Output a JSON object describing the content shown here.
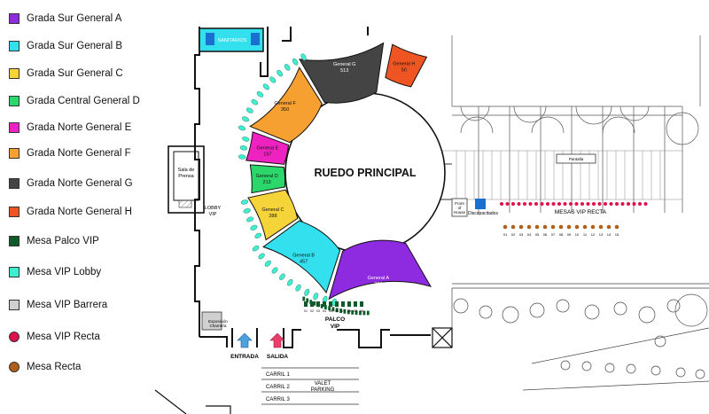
{
  "legend": [
    {
      "label": "Grada Sur General A",
      "color": "#8e2be0",
      "shape": "square"
    },
    {
      "label": "Grada Sur General B",
      "color": "#33e0ee",
      "shape": "square"
    },
    {
      "label": "Grada Sur General C",
      "color": "#f5d43a",
      "shape": "square"
    },
    {
      "label": "Grada Central General D",
      "color": "#2bd66b",
      "shape": "square"
    },
    {
      "label": "Grada Norte General E",
      "color": "#ee22c0",
      "shape": "square"
    },
    {
      "label": "Grada Norte General F",
      "color": "#f5a030",
      "shape": "square"
    },
    {
      "label": "Grada Norte General G",
      "color": "#444444",
      "shape": "square"
    },
    {
      "label": "Grada Norte General H",
      "color": "#ee5522",
      "shape": "square"
    },
    {
      "label": "Mesa Palco VIP",
      "color": "#0f5a2a",
      "shape": "square"
    },
    {
      "label": "Mesa VIP Lobby",
      "color": "#3ff0d0",
      "shape": "square"
    },
    {
      "label": "Mesa VIP Barrera",
      "color": "#d0d0d0",
      "shape": "square"
    },
    {
      "label": "Mesa VIP Recta",
      "color": "#e0104a",
      "shape": "circle"
    },
    {
      "label": "Mesa Recta",
      "color": "#b06018",
      "shape": "circle"
    }
  ],
  "sections": {
    "a": {
      "name": "General A",
      "count": "280"
    },
    "b": {
      "name": "General B",
      "count": "457"
    },
    "c": {
      "name": "General C",
      "count": "288"
    },
    "d": {
      "name": "General D",
      "count": "213"
    },
    "e": {
      "name": "General E",
      "count": "197"
    },
    "f": {
      "name": "General F",
      "count": "350"
    },
    "g": {
      "name": "General G",
      "count": "513"
    },
    "h": {
      "name": "General H",
      "count": "50"
    }
  },
  "labels": {
    "ruedo": "RUEDO PRINCIPAL",
    "sanitarios": "SANITARIOS",
    "sala_prensa_1": "Sala de",
    "sala_prensa_2": "Prensa",
    "lobby_vip_1": "LOBBY",
    "lobby_vip_2": "VIP",
    "palco_vip_1": "PALCO",
    "palco_vip_2": "VIP",
    "entrada": "ENTRADA",
    "salida": "SALIDA",
    "exposicion_1": "Exposición",
    "exposicion_2": "Charrería",
    "carril_1": "CARRIL 1",
    "carril_2": "CARRIL 2",
    "carril_3": "CARRIL 3",
    "valet_1": "VALET",
    "valet_2": "PARKING",
    "mesas_vip_recta": "MESAS VIP RECTA",
    "discapacitados": "Discapacitados",
    "front_of_house_1": "Front",
    "front_of_house_2": "of",
    "front_of_house_3": "House",
    "pantalla": "Pantalla"
  },
  "mesa_recta_numbers": [
    "01",
    "02",
    "03",
    "04",
    "05",
    "06",
    "07",
    "08",
    "09",
    "10",
    "11",
    "12",
    "13",
    "14",
    "15"
  ],
  "palco_numbers": [
    "01",
    "02",
    "03",
    "04",
    "05",
    "06",
    "07",
    "08",
    "09",
    "10"
  ]
}
